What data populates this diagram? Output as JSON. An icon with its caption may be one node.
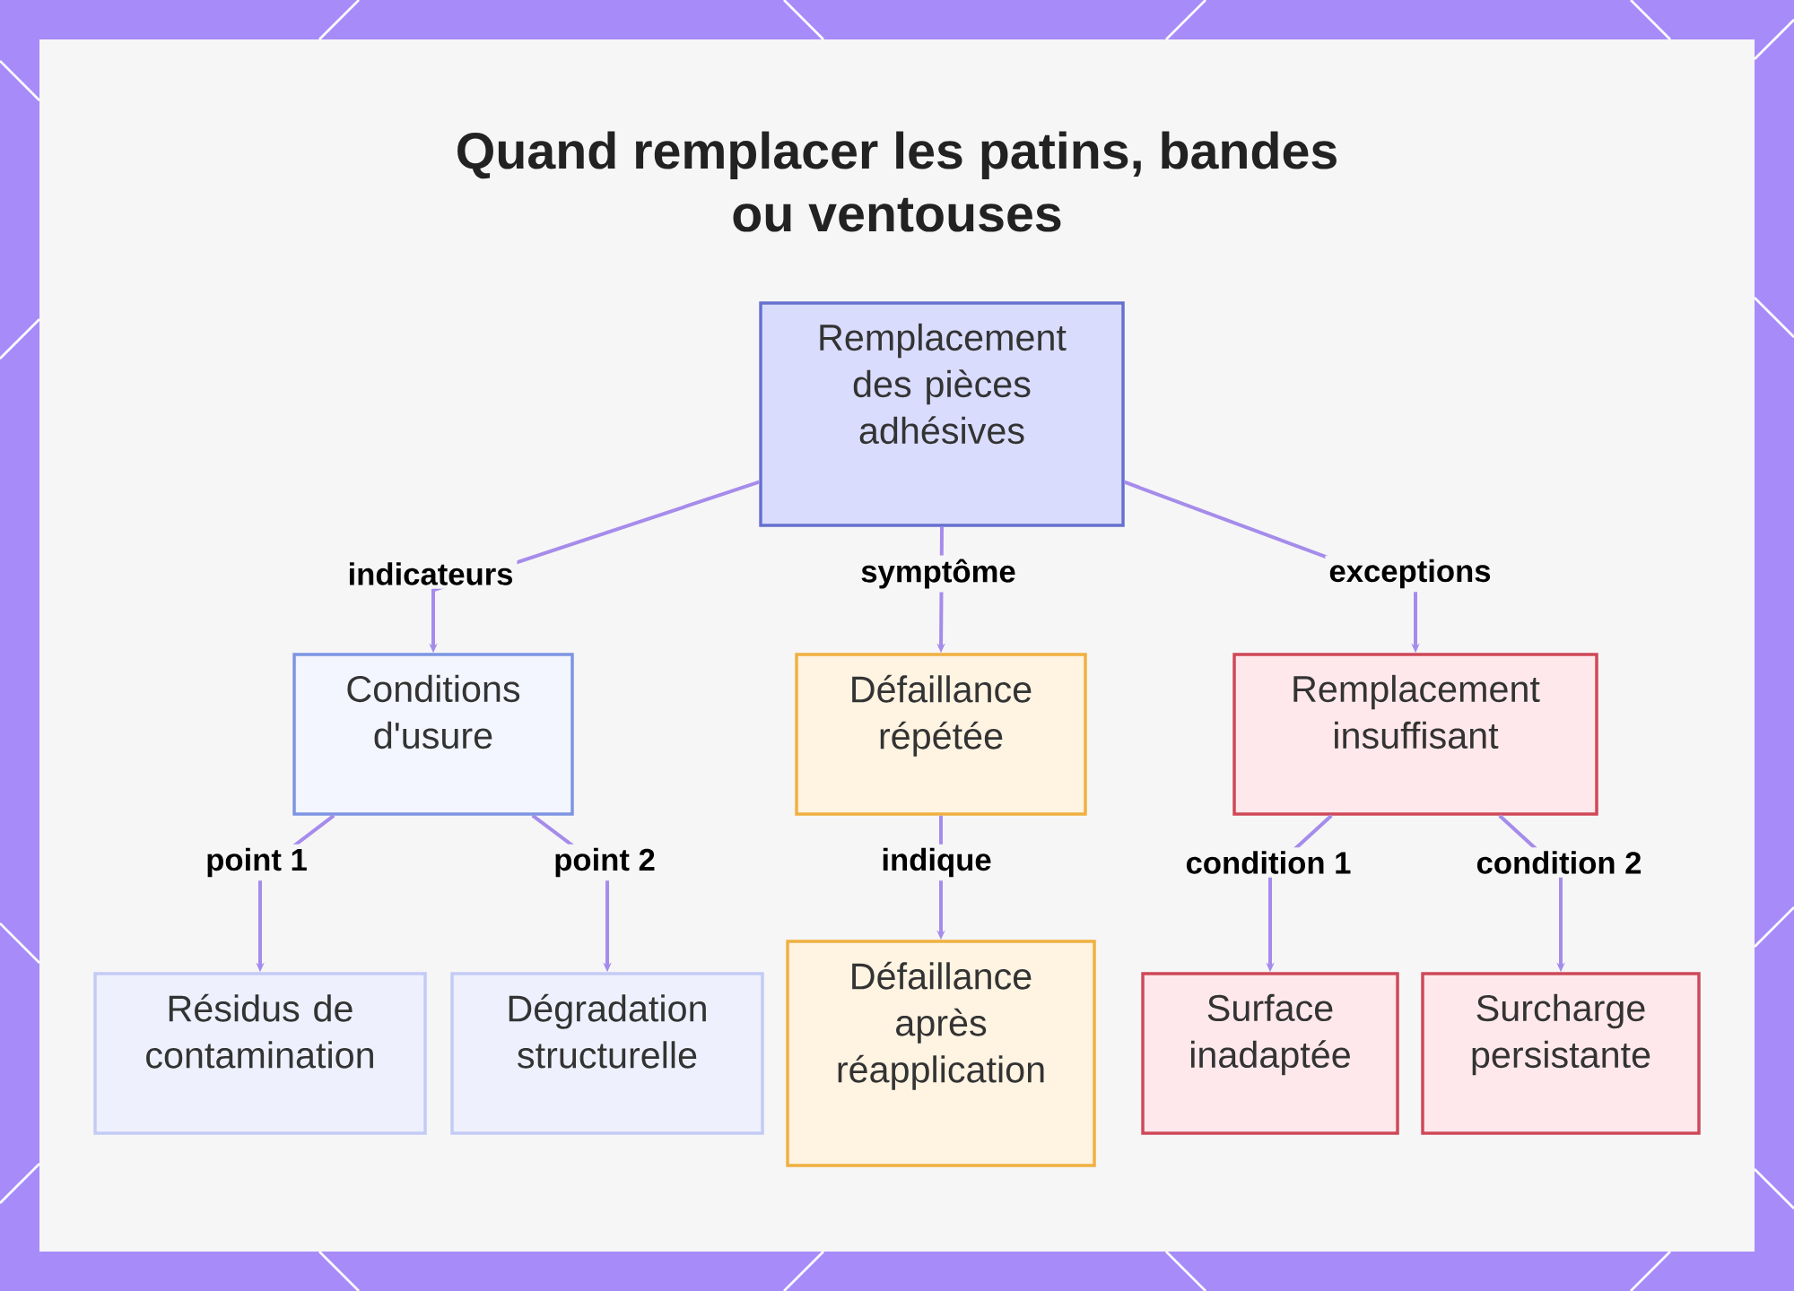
{
  "diagram": {
    "title": "Quand remplacer les patins, bandes ou ventouses",
    "nodes": [
      {
        "text": [
          "Remplacement des pièces adhésives"
        ]
      },
      {
        "text": [
          "Conditions d'usure"
        ]
      },
      {
        "text": [
          "Défaillance répétée"
        ]
      },
      {
        "text": [
          "Remplacement insuffisant"
        ]
      },
      {
        "text": [
          "Résidus de contamination"
        ]
      },
      {
        "text": [
          "Dégradation structurelle"
        ]
      },
      {
        "text": [
          "Défaillance après réapplication"
        ]
      },
      {
        "text": [
          "Surface inadaptée"
        ]
      },
      {
        "text": [
          "Surcharge persistante"
        ]
      }
    ],
    "edges": [
      {
        "from": 0,
        "to": 1,
        "arrow": "to",
        "label": "indicateurs"
      },
      {
        "from": 0,
        "to": 2,
        "arrow": "to",
        "label": "symptôme"
      },
      {
        "from": 0,
        "to": 3,
        "arrow": "to",
        "label": "exceptions"
      },
      {
        "from": 1,
        "to": 4,
        "arrow": "to",
        "label": "point 1"
      },
      {
        "from": 1,
        "to": 5,
        "arrow": "to",
        "label": "point 2"
      },
      {
        "from": 2,
        "to": 6,
        "arrow": "to",
        "label": "indique"
      },
      {
        "from": 3,
        "to": 7,
        "arrow": "to",
        "label": "condition 1"
      },
      {
        "from": 3,
        "to": 8,
        "arrow": "to",
        "label": "condition 2"
      }
    ]
  }
}
